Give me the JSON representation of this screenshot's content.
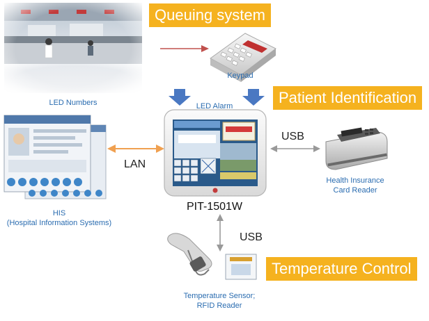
{
  "banners": {
    "queuing": "Queuing system",
    "patient_id": "Patient Identification",
    "temperature": "Temperature Control"
  },
  "captions": {
    "led_numbers": "LED Numbers",
    "keypad": "Keypad",
    "led_alarm": "LED  Alarm",
    "his_line1": "HIS",
    "his_line2": "(Hospital Information Systems)",
    "card_reader_line1": "Health Insurance",
    "card_reader_line2": "Card Reader",
    "sensor_line1": "Temperature Sensor;",
    "sensor_line2": "RFID Reader"
  },
  "links": {
    "lan": "LAN",
    "usb_right": "USB",
    "usb_bottom": "USB"
  },
  "device": {
    "model": "PIT-1501W"
  },
  "colors": {
    "banner_bg": "#f5b21f",
    "banner_text": "#ffffff",
    "caption_text": "#2a6cb0",
    "lan_arrow": "#f0a050",
    "usb_arrow": "#999999",
    "keypad_arrow": "#c0504d",
    "alarm_arrow": "#4a78c2"
  }
}
